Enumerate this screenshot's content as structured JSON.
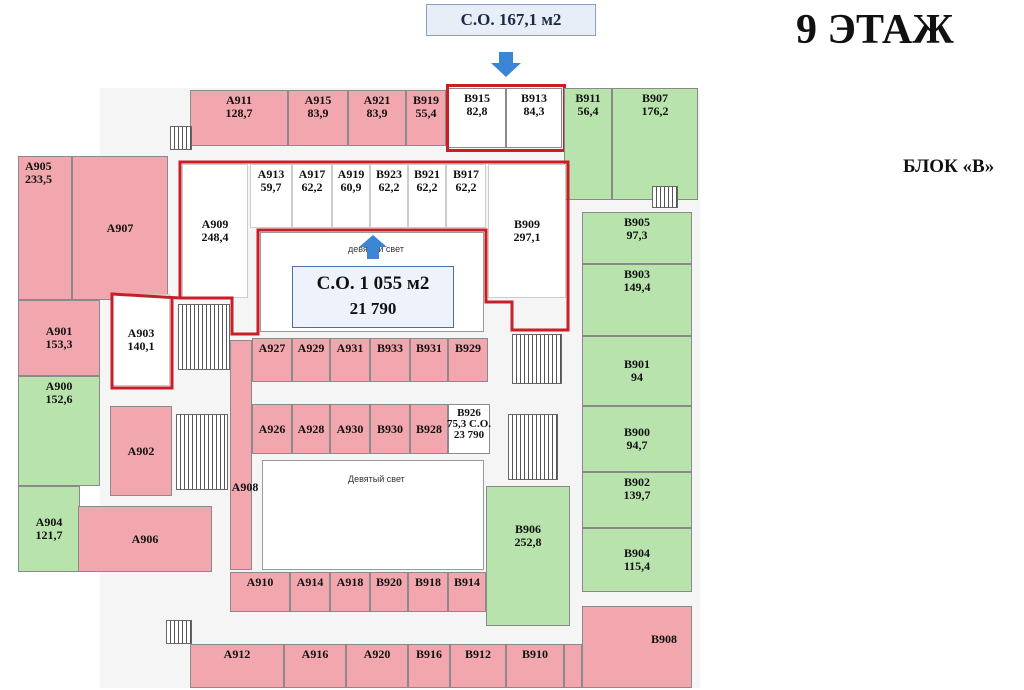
{
  "header": {
    "floor_title": "9 ЭТАЖ",
    "top_common_area": "С.О. 167,1 м2",
    "block_label": "БЛОК «В»"
  },
  "center": {
    "common_area": "С.О. 1 055 м2",
    "price": "21 790",
    "light_well_label_top": "девятый свет",
    "light_well_label_bottom": "Девятый свет"
  },
  "rooms": {
    "A911": {
      "id": "A911",
      "area": "128,7"
    },
    "A915": {
      "id": "A915",
      "area": "83,9"
    },
    "A921": {
      "id": "A921",
      "area": "83,9"
    },
    "B919": {
      "id": "B919",
      "area": "55,4"
    },
    "B915": {
      "id": "B915",
      "area": "82,8"
    },
    "B913": {
      "id": "B913",
      "area": "84,3"
    },
    "B911": {
      "id": "B911",
      "area": "56,4"
    },
    "B907": {
      "id": "B907",
      "area": "176,2"
    },
    "A905": {
      "id": "A905",
      "area": "233,5"
    },
    "A907": {
      "id": "A907",
      "area": ""
    },
    "A913": {
      "id": "A913",
      "area": "59,7"
    },
    "A917": {
      "id": "A917",
      "area": "62,2"
    },
    "A919": {
      "id": "A919",
      "area": "60,9"
    },
    "B923": {
      "id": "B923",
      "area": "62,2"
    },
    "B921": {
      "id": "B921",
      "area": "62,2"
    },
    "B917": {
      "id": "B917",
      "area": "62,2"
    },
    "B909": {
      "id": "B909",
      "area": "297,1"
    },
    "A909": {
      "id": "A909",
      "area": "248,4"
    },
    "B905": {
      "id": "B905",
      "area": "97,3"
    },
    "B903": {
      "id": "B903",
      "area": "149,4"
    },
    "A901": {
      "id": "A901",
      "area": "153,3"
    },
    "A903": {
      "id": "A903",
      "area": "140,1"
    },
    "B901": {
      "id": "B901",
      "area": "94"
    },
    "A927": {
      "id": "A927",
      "area": ""
    },
    "A929": {
      "id": "A929",
      "area": ""
    },
    "A931": {
      "id": "A931",
      "area": ""
    },
    "B933": {
      "id": "B933",
      "area": ""
    },
    "B931": {
      "id": "B931",
      "area": ""
    },
    "B929": {
      "id": "B929",
      "area": ""
    },
    "A900": {
      "id": "A900",
      "area": "152,6"
    },
    "A902": {
      "id": "A902",
      "area": ""
    },
    "A926": {
      "id": "A926",
      "area": ""
    },
    "A928": {
      "id": "A928",
      "area": ""
    },
    "A930": {
      "id": "A930",
      "area": ""
    },
    "B930": {
      "id": "B930",
      "area": ""
    },
    "B928": {
      "id": "B928",
      "area": ""
    },
    "B926": {
      "id": "B926",
      "area": "75,3 С.О.",
      "price": "23 790"
    },
    "B900": {
      "id": "B900",
      "area": "94,7"
    },
    "A908": {
      "id": "A908",
      "area": ""
    },
    "A904": {
      "id": "A904",
      "area": "121,7"
    },
    "B902": {
      "id": "B902",
      "area": "139,7"
    },
    "A906": {
      "id": "A906",
      "area": ""
    },
    "B906": {
      "id": "B906",
      "area": "252,8"
    },
    "B904": {
      "id": "B904",
      "area": "115,4"
    },
    "A910": {
      "id": "A910",
      "area": ""
    },
    "A914": {
      "id": "A914",
      "area": ""
    },
    "A918": {
      "id": "A918",
      "area": ""
    },
    "B920": {
      "id": "B920",
      "area": ""
    },
    "B918": {
      "id": "B918",
      "area": ""
    },
    "B914": {
      "id": "B914",
      "area": ""
    },
    "B908": {
      "id": "B908",
      "area": ""
    },
    "A912": {
      "id": "A912",
      "area": ""
    },
    "A916": {
      "id": "A916",
      "area": ""
    },
    "A920": {
      "id": "A920",
      "area": ""
    },
    "B916": {
      "id": "B916",
      "area": ""
    },
    "B912": {
      "id": "B912",
      "area": ""
    },
    "B910": {
      "id": "B910",
      "area": ""
    }
  },
  "colors": {
    "leased": "#f1a7ad",
    "available": "#b9e3ad",
    "highlight": "#c81e28",
    "arrow": "#3a86d4"
  }
}
